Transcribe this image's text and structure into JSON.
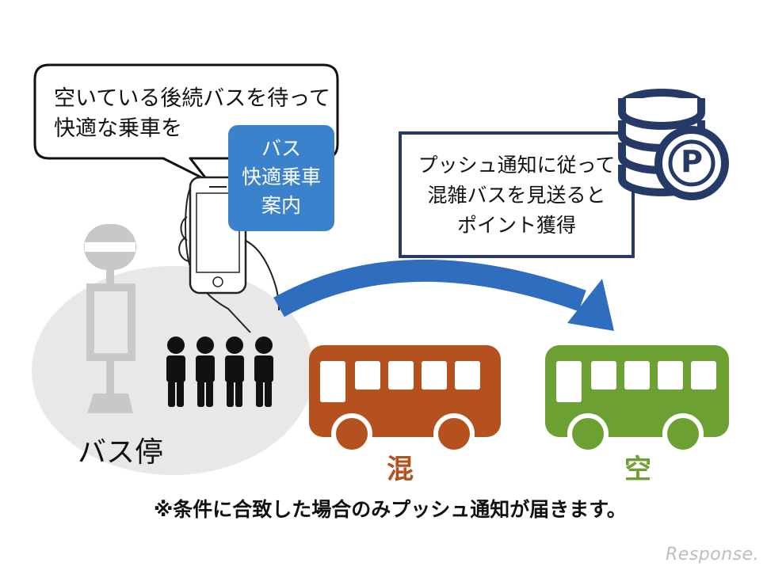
{
  "speech_bubble": {
    "line1": "空いている後続バスを待って",
    "line2": "快適な乗車を"
  },
  "app_icon": {
    "line1": "バス",
    "line2": "快適乗車",
    "line3": "案内",
    "color": "#3b82cc"
  },
  "reward_box": {
    "line1": "プッシュ通知に従って",
    "line2": "混雑バスを見送ると",
    "line3": "ポイント獲得",
    "border_color": "#253a66"
  },
  "coin_icon": {
    "letter": "P",
    "color": "#253a66"
  },
  "bus_stop": {
    "label": "バス停"
  },
  "buses": [
    {
      "label": "混",
      "color": "#b5511f"
    },
    {
      "label": "空",
      "color": "#6da033"
    }
  ],
  "arrow_color": "#2f6dbf",
  "footnote": "※条件に合致した場合のみプッシュ通知が届きます。",
  "watermark": "Response."
}
